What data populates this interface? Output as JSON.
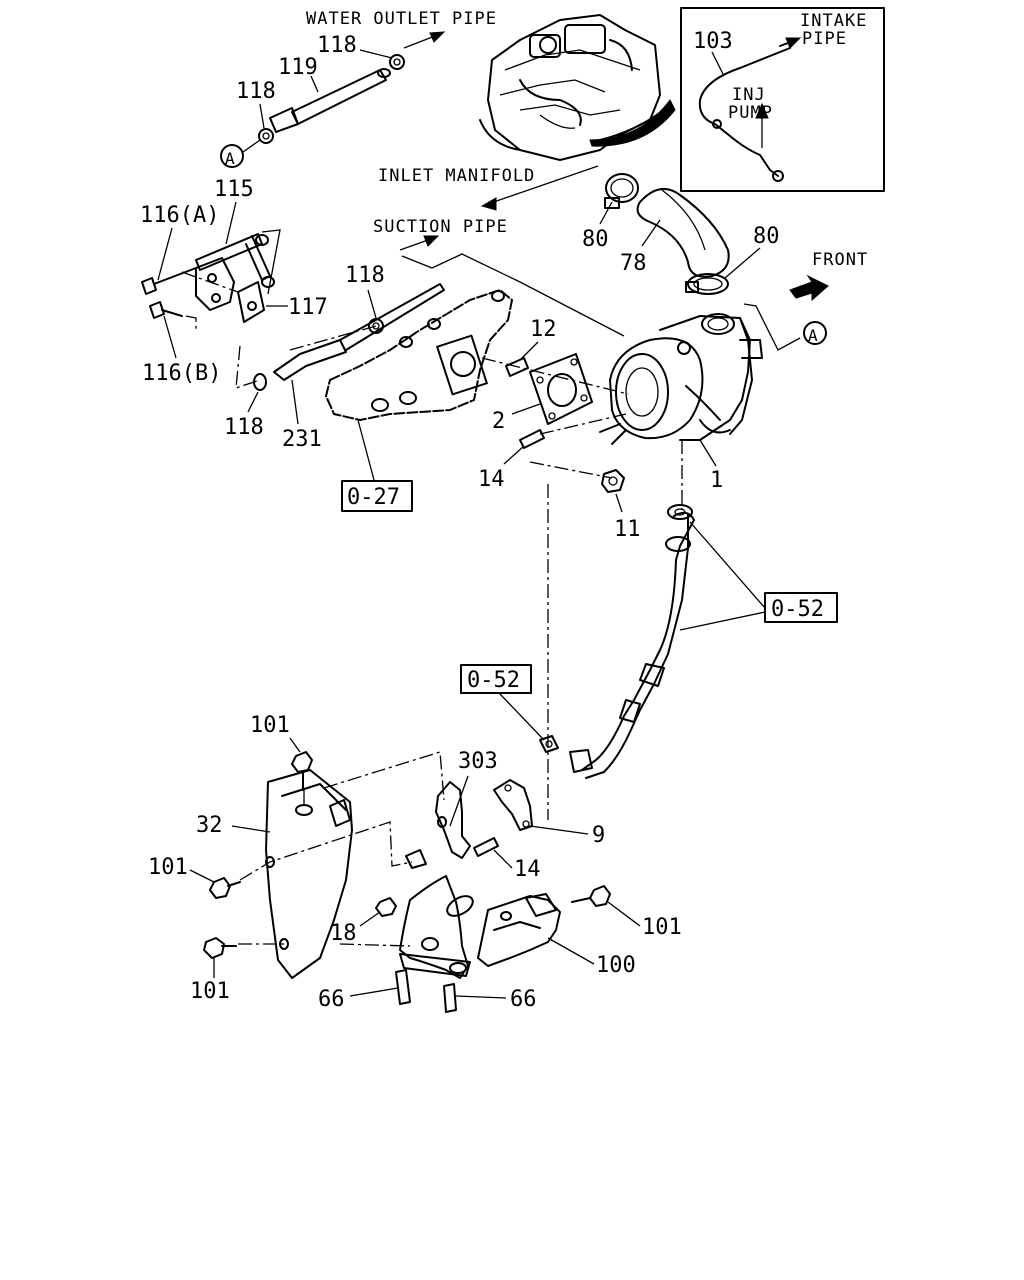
{
  "notes": {
    "water_outlet_pipe": "WATER OUTLET PIPE",
    "inlet_manifold": "INLET MANIFOLD",
    "suction_pipe": "SUCTION PIPE",
    "front": "FRONT",
    "intake": "INTAKE",
    "pipe": "PIPE",
    "inj": "INJ",
    "pump": "PUMP"
  },
  "callouts": {
    "p118a": "118",
    "p119": "119",
    "p118b": "118",
    "p115": "115",
    "p116a": "116(A)",
    "p117": "117",
    "p116b": "116(B)",
    "p118c": "118",
    "p118d": "118",
    "p231": "231",
    "p12": "12",
    "p2": "2",
    "p14a": "14",
    "p11": "11",
    "p1": "1",
    "p80a": "80",
    "p78": "78",
    "p80b": "80",
    "p103": "103",
    "p101a": "101",
    "p303": "303",
    "p32": "32",
    "p9": "9",
    "p101b": "101",
    "p14b": "14",
    "p18": "18",
    "p101c": "101",
    "p100": "100",
    "p101d": "101",
    "p66a": "66",
    "p66b": "66"
  },
  "references": {
    "ref027": "0-27",
    "ref052a": "0-52",
    "ref052b": "0-52"
  },
  "markers": {
    "a1": "A",
    "a2": "A"
  }
}
